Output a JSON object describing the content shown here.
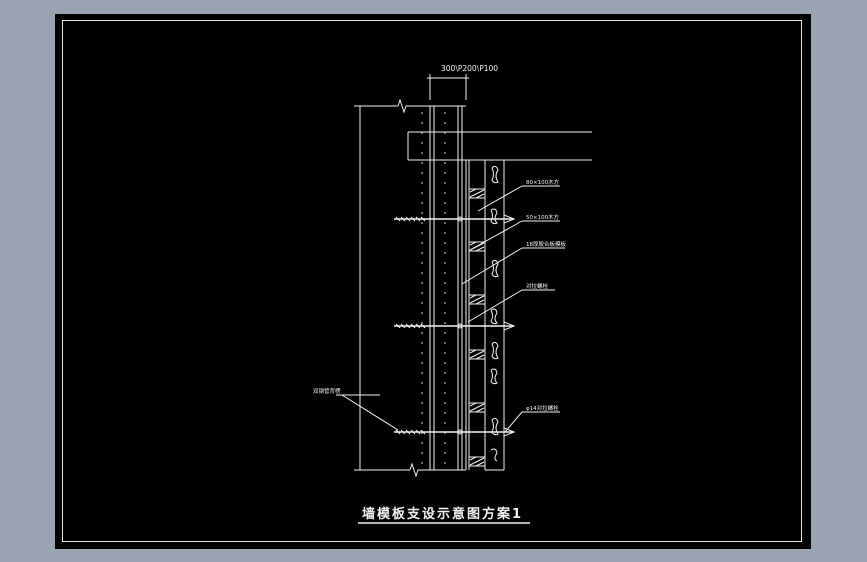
{
  "drawing": {
    "title": "墙模板支设示意图方案1",
    "dimension_label": "300\\P200\\P100",
    "annotations": {
      "a1": "80×100木方",
      "a2": "50×100木方",
      "a3": "18厚胶合板模板",
      "a4": "对拉螺栓",
      "a5": "φ14对拉螺栓",
      "left": "双钢管背楞"
    }
  },
  "colors": {
    "background": "#9aa3b1",
    "sheet": "#000000",
    "line": "#f2f2f2"
  }
}
